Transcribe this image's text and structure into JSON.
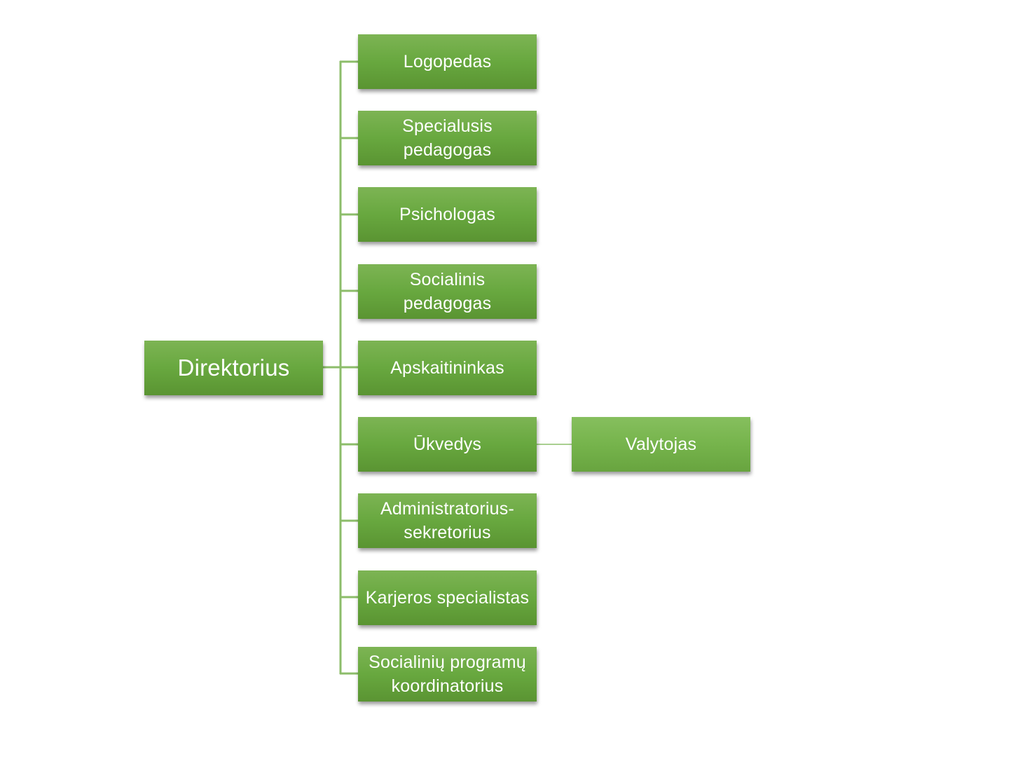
{
  "root": {
    "label": "Direktorius"
  },
  "children": [
    {
      "label": "Logopedas"
    },
    {
      "label": "Specialusis\npedagogas"
    },
    {
      "label": "Psichologas"
    },
    {
      "label": "Socialinis\npedagogas"
    },
    {
      "label": "Apskaitininkas"
    },
    {
      "label": "Ūkvedys"
    },
    {
      "label": "Administratorius-\nsekretorius"
    },
    {
      "label": "Karjeros specialistas"
    },
    {
      "label": "Socialinių programų\nkoordinatorius"
    }
  ],
  "sub": {
    "label": "Valytojas"
  },
  "colors": {
    "box": "#68a83f",
    "connector": "#8cbd6a",
    "text": "#ffffff"
  }
}
